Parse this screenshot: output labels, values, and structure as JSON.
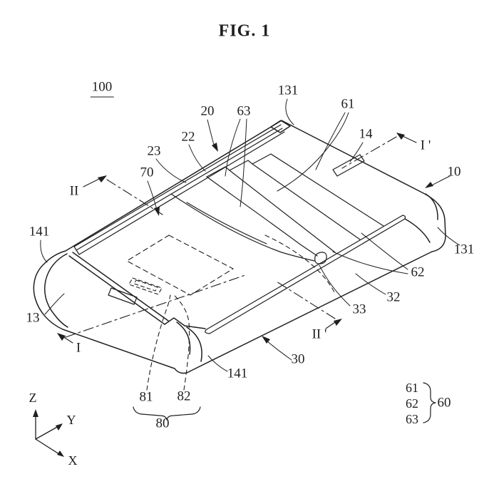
{
  "figure": {
    "title": "FIG. 1",
    "reference_number": "100"
  },
  "labels": {
    "n100": "100",
    "n131_top": "131",
    "n61": "61",
    "n20": "20",
    "n63": "63",
    "n14": "14",
    "sec_i_prime": "I '",
    "n22": "22",
    "n10": "10",
    "n23": "23",
    "n70": "70",
    "sec_ii": "II",
    "n141_left": "141",
    "n131_right": "131",
    "n62": "62",
    "n32": "32",
    "n33": "33",
    "n13": "13",
    "sec_i": "I",
    "sec_ii_prime": "II '",
    "n30": "30",
    "n141_bottom": "141",
    "n81": "81",
    "n82": "82",
    "n80": "80"
  },
  "legend": {
    "item1": "61",
    "item2": "62",
    "item3": "63",
    "group": "60"
  },
  "axes": {
    "z": "Z",
    "y": "Y",
    "x": "X"
  },
  "colors": {
    "line": "#1f1f1f",
    "background": "#ffffff"
  }
}
